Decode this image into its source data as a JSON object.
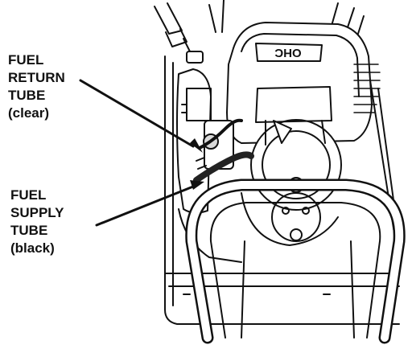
{
  "callouts": {
    "return_tube": {
      "lines": [
        "FUEL",
        "RETURN",
        "TUBE",
        "(clear)"
      ]
    },
    "supply_tube": {
      "lines": [
        "FUEL",
        "SUPPLY",
        "TUBE",
        "(black)"
      ]
    }
  },
  "engine_cover": {
    "logo_text": "OHC"
  },
  "colors": {
    "ink": "#111111",
    "background": "#ffffff",
    "black_tube": "#222222",
    "shading": "#d9d9d9"
  }
}
